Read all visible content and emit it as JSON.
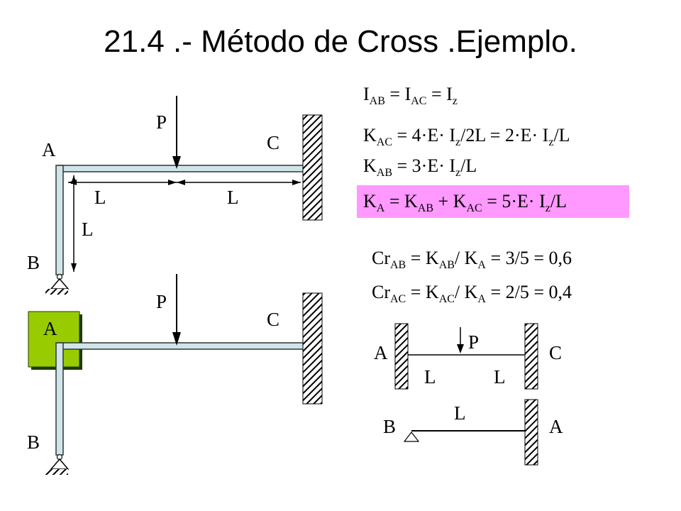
{
  "slide": {
    "title": "21.4 .- Método de Cross .Ejemplo.",
    "accent_colors": {
      "beam_fill": "#cfe5ea",
      "highlight": "#ff99ff",
      "node_box_fill": "#99cc00",
      "node_box_dark": "#1f3a00"
    }
  },
  "diagram1": {
    "label_A": "A",
    "label_B": "B",
    "label_C": "C",
    "label_P": "P",
    "label_L_left": "L",
    "label_L_right": "L",
    "label_L_vertical": "L"
  },
  "diagram2": {
    "label_A": "A",
    "label_B": "B",
    "label_C": "C",
    "label_P": "P"
  },
  "equations": {
    "inertia": {
      "t1": "I",
      "s1": "AB",
      "t2": " = I",
      "s2": "AC",
      "t3": " = I",
      "s3": "z"
    },
    "k_ac": {
      "t1": "K",
      "s1": "AC",
      "t2": " = 4·E· I",
      "s2": "z",
      "t3": "/2L = 2·E· I",
      "s3": "z",
      "t4": "/L"
    },
    "k_ab": {
      "t1": "K",
      "s1": "AB",
      "t2": " = 3·E· I",
      "s2": "z",
      "t3": "/L"
    },
    "k_a": {
      "t1": "K",
      "s1": "A",
      "t2": " = K",
      "s2": "AB",
      "t3": " + K",
      "s3": "AC",
      "t4": "  = 5·E· I",
      "s4": "z",
      "t5": "/L"
    },
    "cr_ab": {
      "t1": "Cr",
      "s1": "AB",
      "t2": " = K",
      "s2": "AB",
      "t3": "/ K",
      "s3": "A",
      "t4": " = 3/5 = 0,6"
    },
    "cr_ac": {
      "t1": "Cr",
      "s1": "AC",
      "t2": " = K",
      "s2": "AC",
      "t3": "/ K",
      "s3": "A",
      "t4": " = 2/5 = 0,4"
    }
  },
  "sub_ac": {
    "label_A": "A",
    "label_C": "C",
    "label_P": "P",
    "label_L_left": "L",
    "label_L_right": "L"
  },
  "sub_ba": {
    "label_B": "B",
    "label_A": "A",
    "label_L": "L"
  }
}
